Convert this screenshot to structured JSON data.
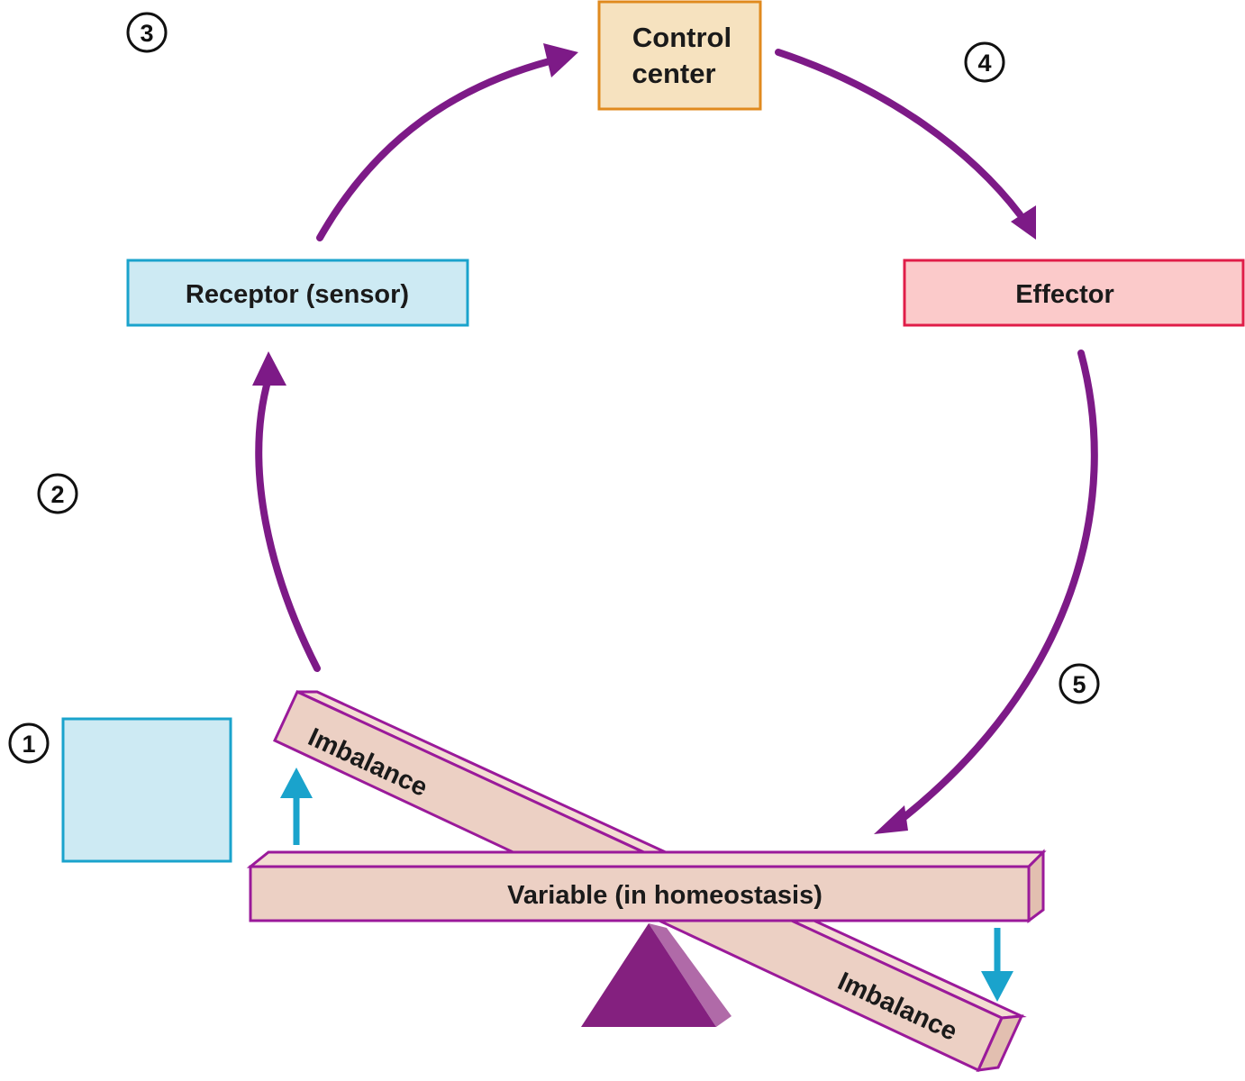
{
  "diagram": {
    "control_center": {
      "line1": "Control",
      "line2": "center"
    },
    "receptor": {
      "label": "Receptor (sensor)"
    },
    "effector": {
      "label": "Effector"
    },
    "variable": {
      "label": "Variable (in homeostasis)"
    },
    "imbalance_upper": {
      "label": "Imbalance"
    },
    "imbalance_lower": {
      "label": "Imbalance"
    },
    "steps": [
      "1",
      "2",
      "3",
      "4",
      "5"
    ],
    "stimulus_box": {
      "label": ""
    }
  },
  "colors": {
    "arrow_purple": "#7d1a87",
    "receptor_fill": "#cdeaf3",
    "receptor_border": "#1aa3cc",
    "effector_fill": "#fbcaca",
    "effector_border": "#e01d48",
    "control_fill": "#f6e2bf",
    "control_border": "#e08a1e",
    "beam_fill": "#ecd0c4",
    "beam_border": "#9a1a9a",
    "fulcrum": "#84207f",
    "blue_arrow": "#1aa3cc"
  }
}
